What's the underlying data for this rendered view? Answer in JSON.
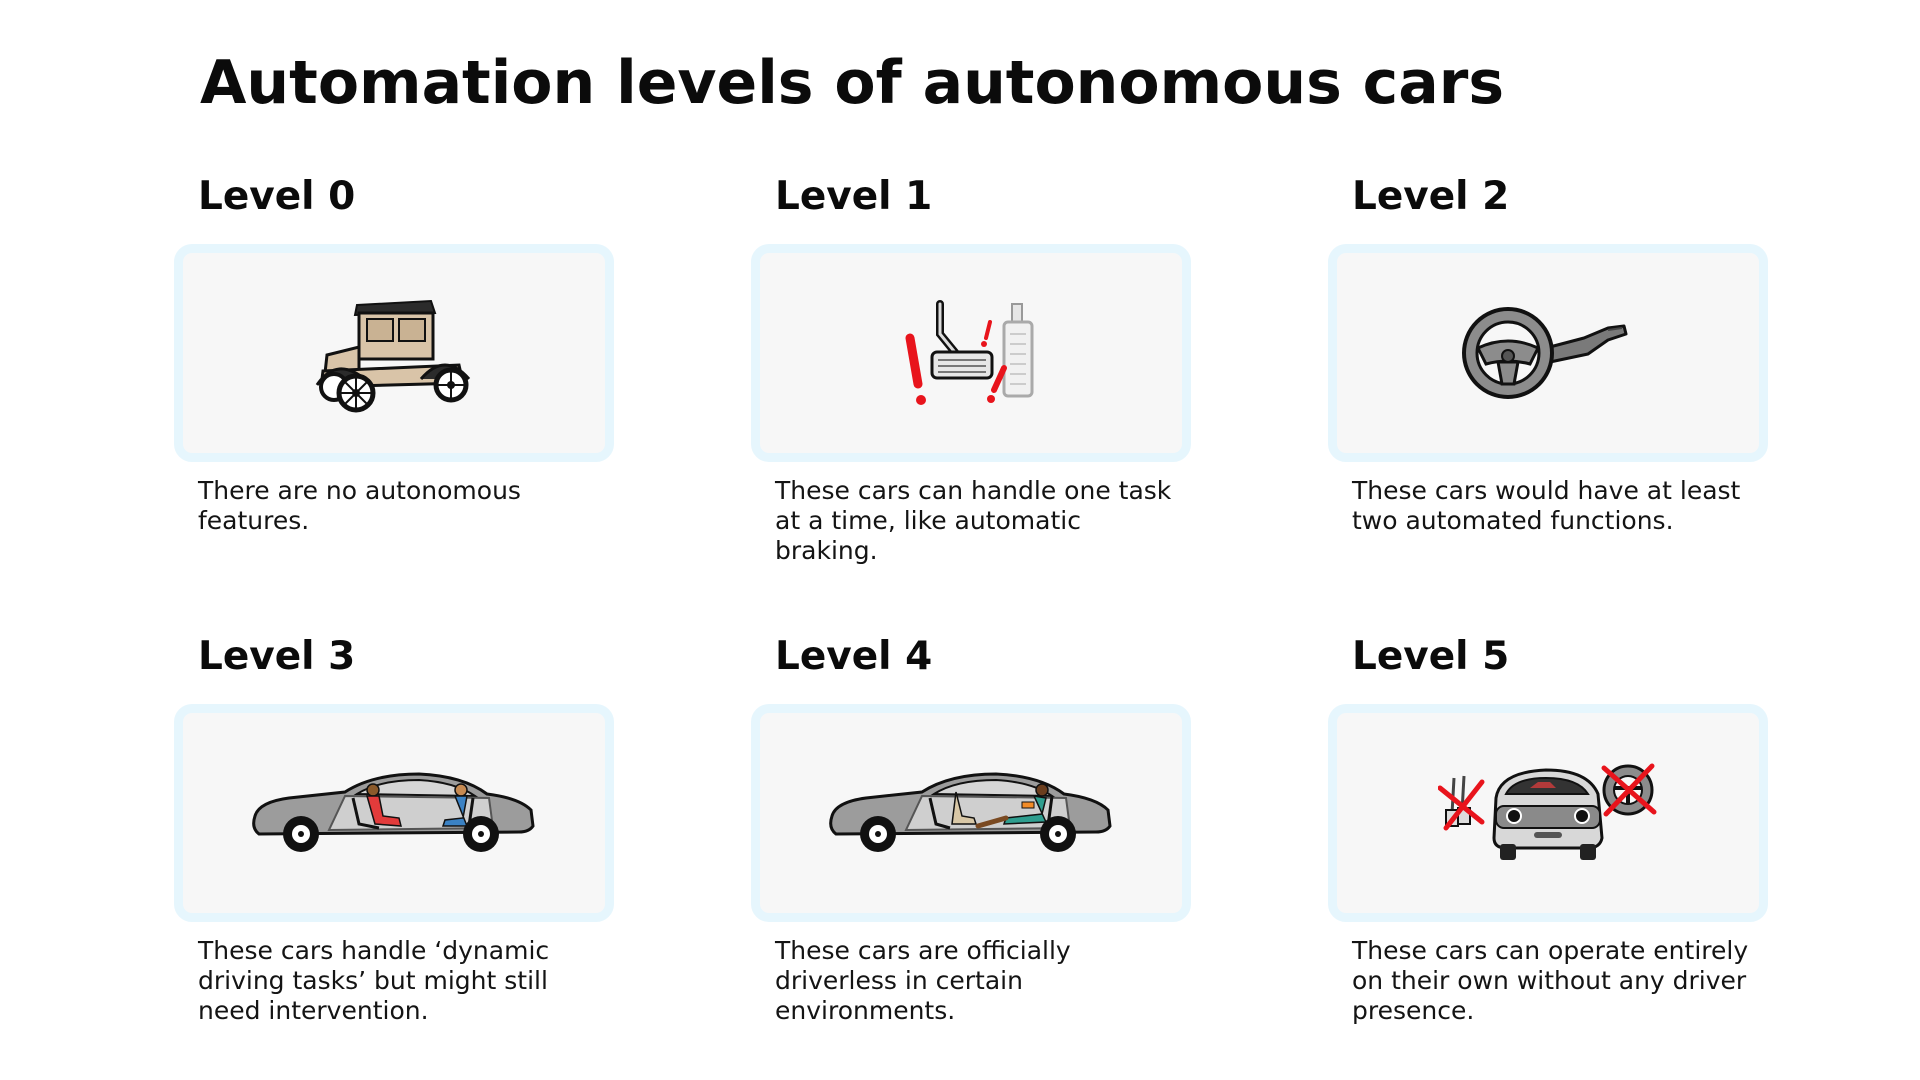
{
  "title": "Automation levels of autonomous cars",
  "levels": [
    {
      "heading": "Level 0",
      "description": "There are no autonomous features.",
      "icon": "vintage-car-icon"
    },
    {
      "heading": "Level 1",
      "description": "These cars can handle one task at a time, like automatic braking.",
      "icon": "brake-pedal-alert-icon"
    },
    {
      "heading": "Level 2",
      "description": "These cars would have at least two automated functions.",
      "icon": "steering-wheel-icon"
    },
    {
      "heading": "Level 3",
      "description": "These cars handle ‘dynamic driving tasks’ but might still need intervention.",
      "icon": "sedan-with-driver-icon"
    },
    {
      "heading": "Level 4",
      "description": "These cars are officially driverless in certain environments.",
      "icon": "sedan-reclining-driver-icon"
    },
    {
      "heading": "Level 5",
      "description": "These cars can operate entirely on their own without any driver presence.",
      "icon": "driverless-car-no-controls-icon"
    }
  ],
  "colors": {
    "card_background": "#f7f7f7",
    "card_border": "#e6f6fd",
    "alert_red": "#e8141c",
    "text": "#111111"
  }
}
